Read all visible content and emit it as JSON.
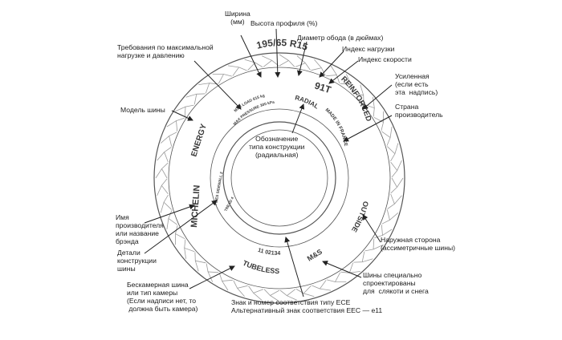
{
  "tire_markings": {
    "size": "195/65 R15",
    "load_speed": "91T",
    "radial": "RADIAL",
    "reinforced": "REINFORCED",
    "made_in": "MADE IN FRANCE",
    "outside": "OUTSIDE",
    "ms": "M&S",
    "approval": "11 02134",
    "tubeless": "TUBELESS",
    "brand": "MICHELIN",
    "model": "ENERGY",
    "max_load": "MAX LOAD 615 kg",
    "max_pressure": "MAX PRESSURE 300 kPa",
    "ply_left": "PLIES SIDEWALL 2",
    "ply_center": "TREAD 4"
  },
  "labels": {
    "width": "Ширина\n(мм)",
    "aspect": "Высота профиля (%)",
    "rim": "Диаметр обода (в дюймах)",
    "load_index": "Индекс нагрузки",
    "speed_index": "Индекс скорости",
    "max_load": "Требования по максимальной\nнагрузке и давлению",
    "reinforced": "Усиленная\n(если есть\nэта  надпись)",
    "country": "Страна\nпроизводитель",
    "model": "Модель шины",
    "construction": "Обозначение\nтипа конструкции\n(радиальная)",
    "manufacturer": "Имя\nпроизводителя\nили название\nбрэнда",
    "construction_details": "Детали\nконструкции\nшины",
    "outside": "Наружная сторона\n(ассиметричные шины)",
    "tubeless": "Бескамерная шина\nили тип камеры\n(Если надписи нет, то\n должна быть камера)",
    "mud_snow": "Шины специально\nспроектированы\nдля  слякоти и снега",
    "ece": "Знак и номер соответствия типу ECE\nАльтернативный знак соответствия EEC — e11"
  }
}
